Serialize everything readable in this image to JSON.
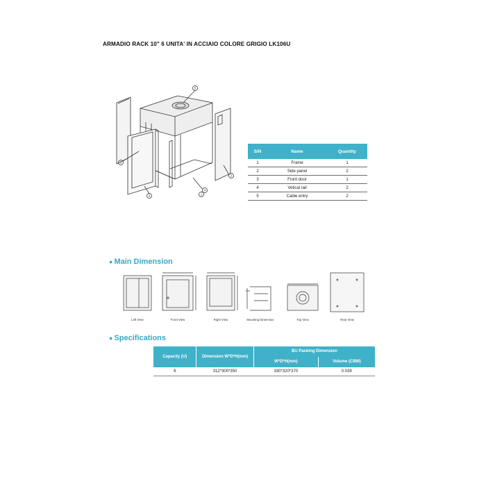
{
  "document": {
    "title": "ARMADIO RACK 10\" 6 UNITA' IN ACCIAIO COLORE GRIGIO LK106U"
  },
  "exploded_view": {
    "callouts": [
      "5",
      "3",
      "2",
      "4",
      "1",
      "3"
    ]
  },
  "parts_table": {
    "headers": {
      "sn": "S/N",
      "name": "Name",
      "quantity": "Quantity"
    },
    "rows": [
      {
        "sn": "1",
        "name": "Frame",
        "quantity": "1"
      },
      {
        "sn": "2",
        "name": "Side panel",
        "quantity": "2"
      },
      {
        "sn": "3",
        "name": "Front door",
        "quantity": "1"
      },
      {
        "sn": "4",
        "name": "Vetical rail",
        "quantity": "2"
      },
      {
        "sn": "5",
        "name": "Cable entry",
        "quantity": "2"
      }
    ]
  },
  "main_dimension": {
    "heading": "Main Dimension",
    "views": [
      "Left View",
      "Front View",
      "Right View",
      "Mounting Dimension",
      "Top View",
      "Rear View"
    ]
  },
  "specifications": {
    "heading": "Specifications",
    "headers": {
      "capacity": "Capacity (U)",
      "dimension": "Dimension W*D*H(mm)",
      "packing": "BU Packing Dimension",
      "packing_dim": "W*D*H(mm)",
      "volume": "Volume (CBM)"
    },
    "row": {
      "capacity": "6",
      "dimension": "312*300*350",
      "packing_dim": "330*320*370",
      "volume": "0.039"
    }
  },
  "colors": {
    "accent": "#3fb1c8",
    "heading": "#3aa7c4"
  }
}
